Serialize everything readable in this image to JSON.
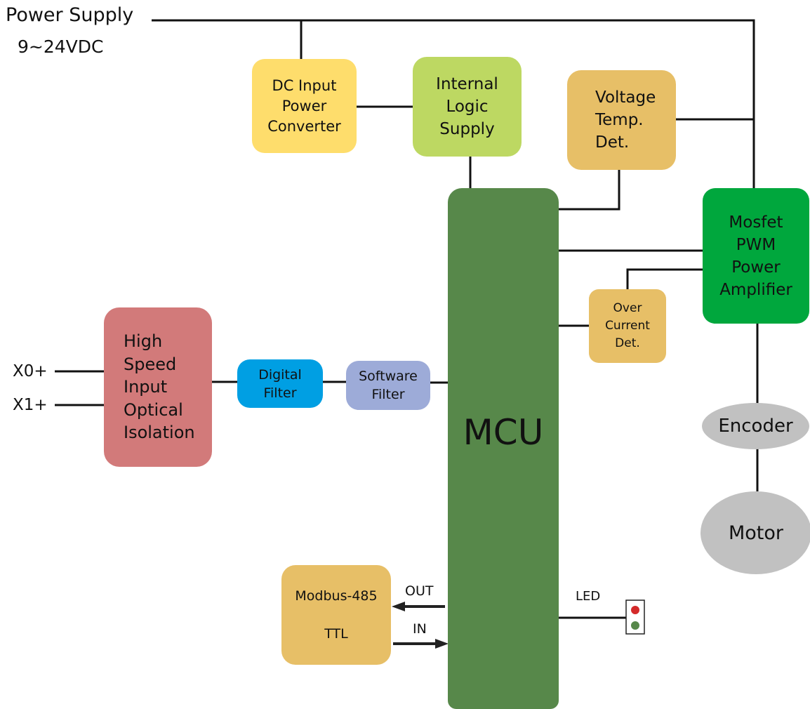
{
  "power": {
    "title": "Power Supply",
    "voltage": "9~24VDC"
  },
  "blocks": {
    "dc_converter": "DC Input\nPower\nConverter",
    "logic_supply": "Internal\nLogic\nSupply",
    "voltage_temp": "Voltage\nTemp.\nDet.",
    "mosfet": "Mosfet\nPWM\nPower\nAmplifier",
    "over_current": "Over\nCurrent\nDet.",
    "optical": "High\nSpeed\nInput\nOptical\nIsolation",
    "digital_filter": "Digital\nFilter",
    "software_filter": "Software\nFilter",
    "mcu": "MCU",
    "modbus_line1": "Modbus-485",
    "modbus_line2": "TTL",
    "encoder": "Encoder",
    "motor": "Motor"
  },
  "inputs": [
    "X0+",
    "X1+"
  ],
  "labels": {
    "out": "OUT",
    "in": "IN",
    "led": "LED"
  },
  "colors": {
    "dc_converter": "#fedd6c",
    "logic_supply": "#bdd862",
    "voltage_temp": "#e7bf67",
    "mosfet": "#00a73d",
    "over_current": "#e7bf67",
    "optical": "#d27a7a",
    "digital_filter": "#009fe3",
    "software_filter": "#9dabd8",
    "mcu": "#57884a",
    "modbus": "#e7bf67",
    "encoder": "#c1c1c1",
    "motor": "#c1c1c1",
    "led_red": "#d42a2a",
    "led_green": "#57884a"
  }
}
